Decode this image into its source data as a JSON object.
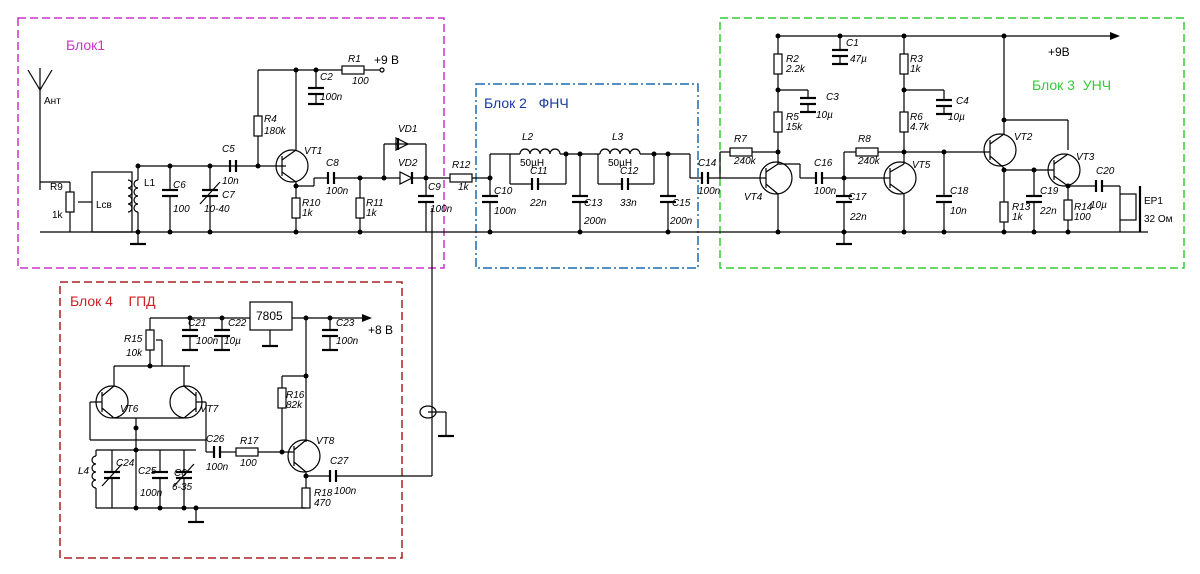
{
  "blocks": {
    "b1": {
      "title": "Блок1",
      "color": "#cc33cc"
    },
    "b2": {
      "title": "Блок 2   ФНЧ",
      "color": "#1a6bb0"
    },
    "b3": {
      "title": "Блок 3  УНЧ",
      "color": "#33cc33"
    },
    "b4": {
      "title": "Блок 4    ГПД",
      "color": "#aa2222"
    }
  },
  "labels": {
    "ant": "Ант",
    "r9": "R9",
    "r9v": "1k",
    "lsv": "Lсв",
    "l1": "L1",
    "c6": "C6",
    "c6v": "100",
    "c5": "C5",
    "c5v": "10n",
    "c7": "C7",
    "c7v": "10-40",
    "r4": "R4",
    "r4v": "180k",
    "vt1": "VT1",
    "c2": "C2",
    "c2v": "100n",
    "r1": "R1",
    "r1v": "100",
    "v9": "+9 В",
    "c8": "C8",
    "c8v": "100n",
    "r10": "R10",
    "r10v": "1k",
    "r11": "R11",
    "r11v": "1k",
    "vd1": "VD1",
    "vd2": "VD2",
    "c9": "C9",
    "c9v": "100n",
    "r12": "R12",
    "r12v": "1k",
    "l2": "L2",
    "l2v": "50µH",
    "l3": "L3",
    "l3v": "50µH",
    "c10": "C10",
    "c10v": "100n",
    "c11": "C11",
    "c11v": "22n",
    "c12": "C12",
    "c12v": "33n",
    "c13": "C13",
    "c13v": "200n",
    "c15": "C15",
    "c15v": "200n",
    "c14": "C14",
    "c14v": "100n",
    "r7": "R7",
    "r7v": "240k",
    "r2": "R2",
    "r2v": "2.2k",
    "r5": "R5",
    "r5v": "15k",
    "c1": "C1",
    "c1v": "47µ",
    "c3": "C3",
    "c3v": "10µ",
    "vt4": "VT4",
    "c16": "C16",
    "c16v": "100n",
    "c17": "C17",
    "c17v": "22n",
    "r8": "R8",
    "r8v": "240k",
    "r3": "R3",
    "r3v": "1k",
    "r6": "R6",
    "r6v": "4.7k",
    "c4": "C4",
    "c4v": "10µ",
    "vt5": "VT5",
    "c18": "C18",
    "c18v": "10n",
    "v9b": "+9В",
    "vt2": "VT2",
    "vt3": "VT3",
    "r13": "R13",
    "r13v": "1k",
    "c19": "C19",
    "c19v": "22n",
    "r14": "R14",
    "r14v": "100",
    "c20": "C20",
    "c20v": "10µ",
    "ep1": "EP1",
    "ep1v": "32 Ом",
    "r15": "R15",
    "r15v": "10k",
    "c21": "C21",
    "c21v": "100n",
    "c22": "C22",
    "c22v": "10µ",
    "reg": "7805",
    "c23": "C23",
    "c23v": "100n",
    "v8": "+8 В",
    "vt6": "VT6",
    "vt7": "VT7",
    "r16": "R16",
    "r16v": "82k",
    "vt8": "VT8",
    "c26": "C26",
    "c26v": "100n",
    "r17": "R17",
    "r17v": "100",
    "l4": "L4",
    "c24": "C24",
    "c25": "C25",
    "c25v": "100n",
    "c0": "C0",
    "c0v": "6-35",
    "c27": "C27",
    "c27v": "100n",
    "r18": "R18",
    "r18v": "470"
  }
}
